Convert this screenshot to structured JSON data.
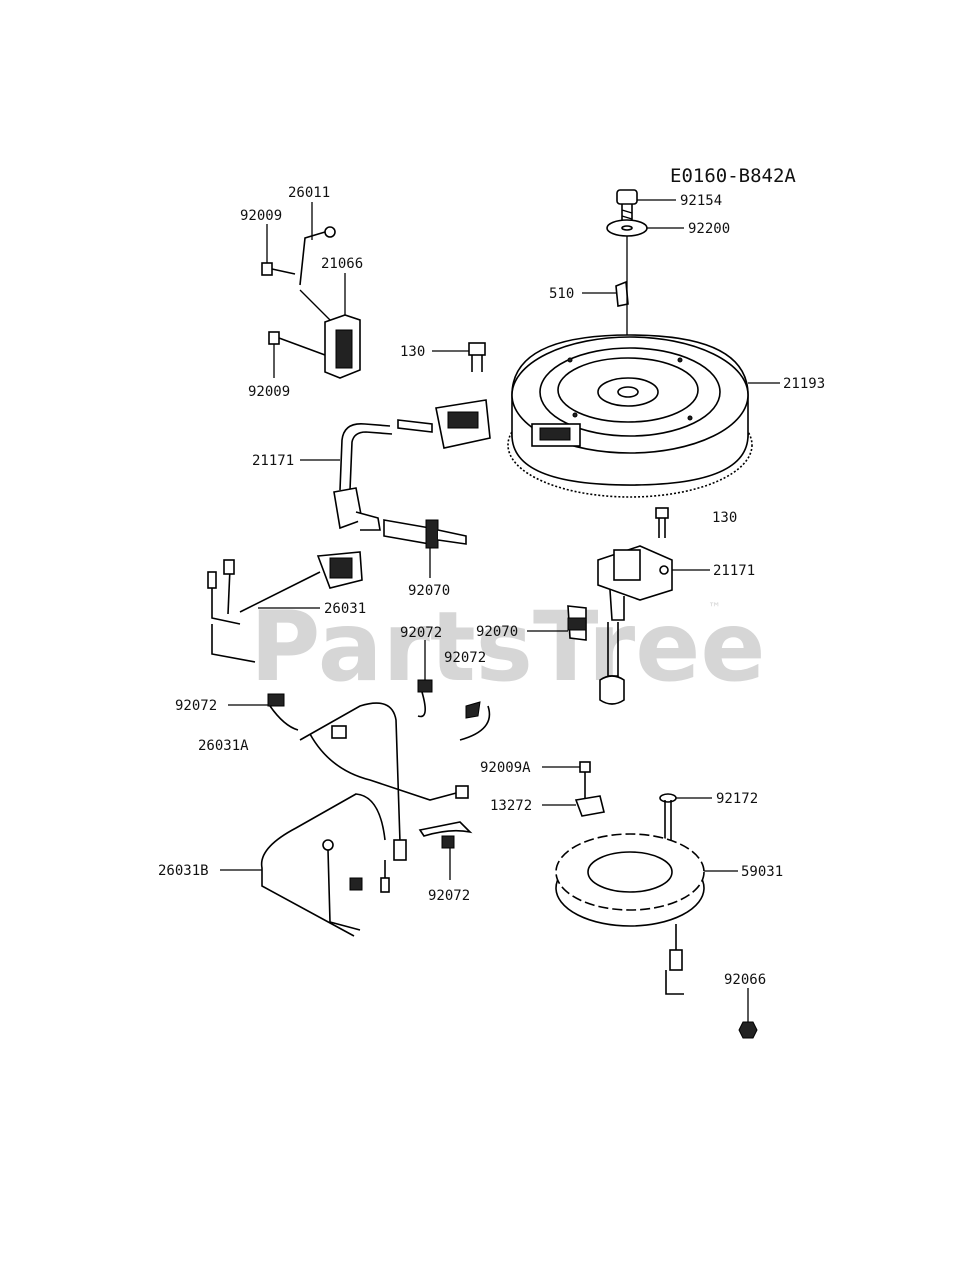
{
  "diagram": {
    "code": "E0160-B842A",
    "watermark": "PartsTree",
    "watermark_mark": "™",
    "labels": {
      "p92154": "92154",
      "p92200": "92200",
      "p510": "510",
      "p21193": "21193",
      "p130_top": "130",
      "p130_right": "130",
      "p26011": "26011",
      "p92009_a": "92009",
      "p92009_b": "92009",
      "p21066": "21066",
      "p21171_left": "21171",
      "p21171_right": "21171",
      "p92070_left": "92070",
      "p92070_right": "92070",
      "p26031": "26031",
      "p92072_a": "92072",
      "p92072_b": "92072",
      "p92072_c": "92072",
      "p92072_d": "92072",
      "p26031A": "26031A",
      "p26031B": "26031B",
      "p92009A": "92009A",
      "p13272": "13272",
      "p92172": "92172",
      "p59031": "59031",
      "p92066": "92066"
    }
  }
}
